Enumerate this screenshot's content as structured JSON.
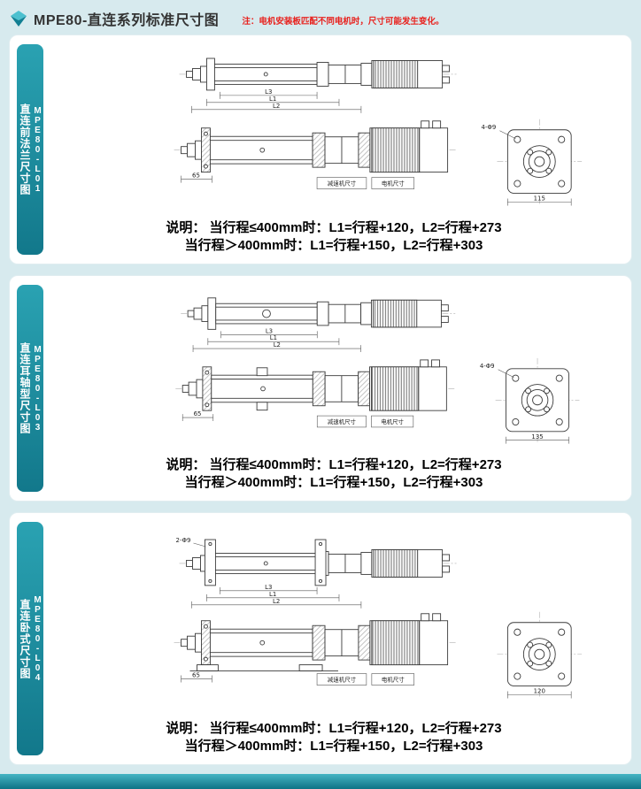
{
  "page": {
    "bg": "#d7eaee",
    "accent": "#12788b"
  },
  "header": {
    "logo_icon": "diamond-logo",
    "title": "MPE80-直连系列标准尺寸图",
    "note": "注：电机安装板匹配不同电机时，尺寸可能发生变化。"
  },
  "panels": [
    {
      "tab_title": "直连前法兰尺寸图",
      "model": "MPE80-L01",
      "desc_line1": "说明： 当行程≤400mm时：L1=行程+120，L2=行程+273",
      "desc_line2": "当行程＞400mm时：L1=行程+150，L2=行程+303",
      "dims": {
        "l1": "L1",
        "l2": "L2",
        "l3": "L3",
        "front": "65",
        "gearbox_label": "减速机尺寸",
        "motor_label": "电机尺寸",
        "holes": "4-Φ9",
        "end_width": "115"
      }
    },
    {
      "tab_title": "直连耳轴型尺寸图",
      "model": "MPE80-L03",
      "desc_line1": "说明： 当行程≤400mm时：L1=行程+120，L2=行程+273",
      "desc_line2": "当行程＞400mm时：L1=行程+150，L2=行程+303",
      "dims": {
        "l1": "L1",
        "l2": "L2",
        "l3": "L3",
        "front": "65",
        "gearbox_label": "减速机尺寸",
        "motor_label": "电机尺寸",
        "holes": "4-Φ9",
        "end_width": "135"
      }
    },
    {
      "tab_title": "直连卧式尺寸图",
      "model": "MPE80-L04",
      "desc_line1": "说明： 当行程≤400mm时：L1=行程+120，L2=行程+273",
      "desc_line2": "当行程＞400mm时：L1=行程+150，L2=行程+303",
      "dims": {
        "l1": "L1",
        "l2": "L2",
        "l3": "L3",
        "front": "65",
        "gearbox_label": "减速机尺寸",
        "motor_label": "电机尺寸",
        "holes": "2-Φ9",
        "end_width": "120"
      }
    }
  ]
}
